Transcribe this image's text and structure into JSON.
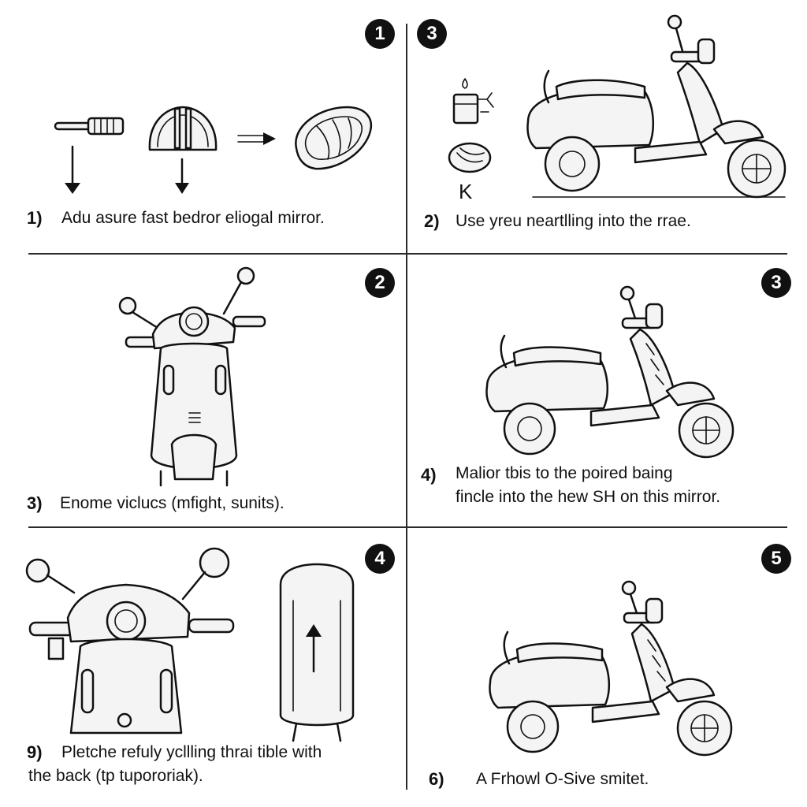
{
  "panels": [
    {
      "id": "p1",
      "badge": "1",
      "step": "1)",
      "caption_lines": [
        "Adu asure fast bedror eliogal mirror."
      ]
    },
    {
      "id": "p2",
      "badge": "3",
      "step": "2)",
      "caption_lines": [
        "Use yreu neartlling into the rrae."
      ]
    },
    {
      "id": "p3",
      "badge": "2",
      "step": "3)",
      "caption_lines": [
        "Enome viclucs (mfight, sunits)."
      ]
    },
    {
      "id": "p4",
      "badge": "3",
      "step": "4)",
      "caption_lines": [
        "Malior tbis to the poired baing",
        "fincle into the hew SH on this mirror."
      ]
    },
    {
      "id": "p5",
      "badge": "4",
      "step": "9)",
      "caption_lines": [
        "Pletche refuly ycllling thrai tible with",
        "the back (tp tupororiak)."
      ]
    },
    {
      "id": "p6",
      "badge": "5",
      "step": "6)",
      "caption_lines": [
        "A Frhowl O-Sive smitet."
      ]
    }
  ],
  "misc": {
    "tool_letter": "K"
  }
}
